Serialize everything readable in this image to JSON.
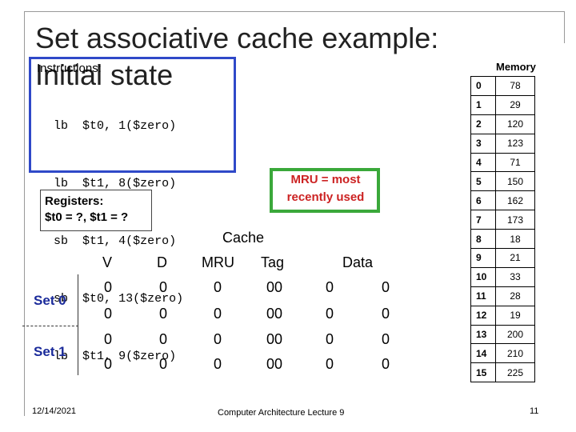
{
  "slide": {
    "title_line1": "Set associative cache example:",
    "title_line2": "Initial state"
  },
  "instructions": {
    "heading": "Instructions:",
    "lines": [
      {
        "op": "lb",
        "reg": "$t0,",
        "addr": "1($zero)"
      },
      {
        "op": "lb",
        "reg": "$t1,",
        "addr": "8($zero)"
      },
      {
        "op": "sb",
        "reg": "$t1,",
        "addr": "4($zero)"
      },
      {
        "op": "sb",
        "reg": "$t0,",
        "addr": "13($zero)"
      },
      {
        "op": "lb",
        "reg": "$t1,",
        "addr": "9($zero)"
      }
    ]
  },
  "registers": {
    "heading": "Registers:",
    "values": "$t0 = ?, $t1 = ?"
  },
  "callout": {
    "text": "MRU = most recently used"
  },
  "cache": {
    "title": "Cache",
    "headers": {
      "v": "V",
      "d": "D",
      "mru": "MRU",
      "tag": "Tag",
      "data": "Data"
    },
    "set_labels": [
      "Set 0",
      "Set 1"
    ],
    "rows": [
      {
        "v": "0",
        "d": "0",
        "mru": "0",
        "tag": "00",
        "data0": "0",
        "data1": "0"
      },
      {
        "v": "0",
        "d": "0",
        "mru": "0",
        "tag": "00",
        "data0": "0",
        "data1": "0"
      },
      {
        "v": "0",
        "d": "0",
        "mru": "0",
        "tag": "00",
        "data0": "0",
        "data1": "0"
      },
      {
        "v": "0",
        "d": "0",
        "mru": "0",
        "tag": "00",
        "data0": "0",
        "data1": "0"
      }
    ]
  },
  "memory": {
    "title": "Memory",
    "rows": [
      {
        "addr": "0",
        "val": "78"
      },
      {
        "addr": "1",
        "val": "29"
      },
      {
        "addr": "2",
        "val": "120"
      },
      {
        "addr": "3",
        "val": "123"
      },
      {
        "addr": "4",
        "val": "71"
      },
      {
        "addr": "5",
        "val": "150"
      },
      {
        "addr": "6",
        "val": "162"
      },
      {
        "addr": "7",
        "val": "173"
      },
      {
        "addr": "8",
        "val": "18"
      },
      {
        "addr": "9",
        "val": "21"
      },
      {
        "addr": "10",
        "val": "33"
      },
      {
        "addr": "11",
        "val": "28"
      },
      {
        "addr": "12",
        "val": "19"
      },
      {
        "addr": "13",
        "val": "200"
      },
      {
        "addr": "14",
        "val": "210"
      },
      {
        "addr": "15",
        "val": "225"
      }
    ]
  },
  "footer": {
    "date": "12/14/2021",
    "center": "Computer Architecture Lecture 9",
    "page": "11"
  }
}
